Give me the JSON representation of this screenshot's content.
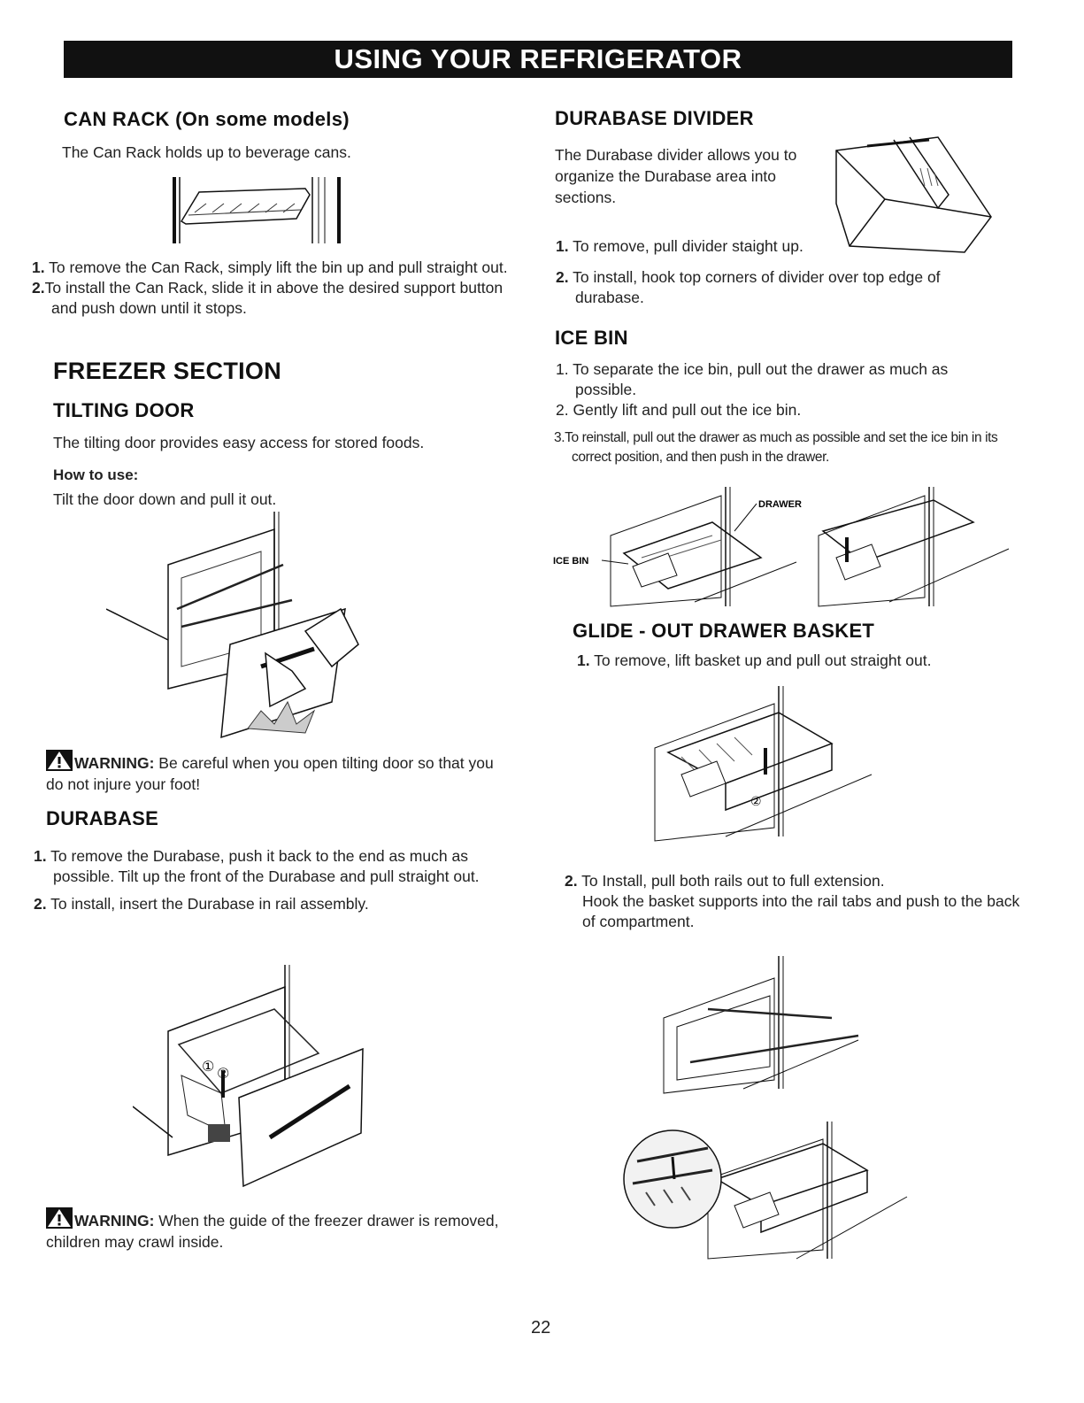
{
  "banner": "USING YOUR REFRIGERATOR",
  "can_rack": {
    "title": "CAN RACK (On some models)",
    "intro": "The Can Rack holds up to beverage cans.",
    "steps": [
      {
        "num": "1.",
        "text": "To remove the Can Rack, simply lift the bin up and pull straight out."
      },
      {
        "num": "2.",
        "text": "To install the Can Rack, slide it in above the desired support button and push down until it stops."
      }
    ]
  },
  "freezer": {
    "title": "FREEZER SECTION",
    "tilting_door": {
      "title": "TILTING DOOR",
      "intro": "The tilting door provides easy access for stored foods.",
      "how_label": "How to use:",
      "how_text": "Tilt the door down and pull it out."
    },
    "warning1": {
      "label": "WARNING:",
      "text": "Be careful when you open tilting door so that you do not injure your foot!"
    },
    "durabase": {
      "title": "DURABASE",
      "steps": [
        {
          "num": "1.",
          "text": "To remove the Durabase, push it back to the end as much as possible. Tilt up the front of the Durabase and pull straight out."
        },
        {
          "num": "2.",
          "text": "To install, insert the Durabase in rail assembly."
        }
      ]
    },
    "warning2": {
      "label": "WARNING:",
      "text": "When the guide of the freezer drawer is removed, children may crawl inside."
    }
  },
  "durabase_divider": {
    "title": "DURABASE DIVIDER",
    "intro": "The Durabase divider allows you to organize the Durabase area into sections.",
    "steps": [
      {
        "num": "1.",
        "text": "To remove, pull divider staight up."
      },
      {
        "num": "2.",
        "text": "To install, hook top corners of divider over top edge of durabase."
      }
    ]
  },
  "ice_bin": {
    "title": "ICE BIN",
    "steps": [
      {
        "num": "1.",
        "text": "To separate the ice bin, pull out the drawer as much as possible."
      },
      {
        "num": "2.",
        "text": "Gently lift and pull out the ice bin."
      },
      {
        "num": "3.",
        "text": "To reinstall, pull out the drawer as much as possible and set the ice bin in its correct position, and then push in the drawer."
      }
    ],
    "label_drawer": "DRAWER",
    "label_ice_bin": "ICE BIN"
  },
  "glide_out": {
    "title": "GLIDE - OUT DRAWER BASKET",
    "steps": [
      {
        "num": "1.",
        "text": "To remove, lift basket up and pull out straight out."
      },
      {
        "num": "2.",
        "text": "To Install, pull both rails out to full extension."
      }
    ],
    "step2_cont": "Hook the basket supports into the rail tabs and push to the back of compartment."
  },
  "page_number": "22",
  "colors": {
    "banner_bg": "#111111",
    "banner_text": "#ffffff",
    "text": "#222222"
  },
  "icons": [
    "warning-triangle-icon"
  ]
}
